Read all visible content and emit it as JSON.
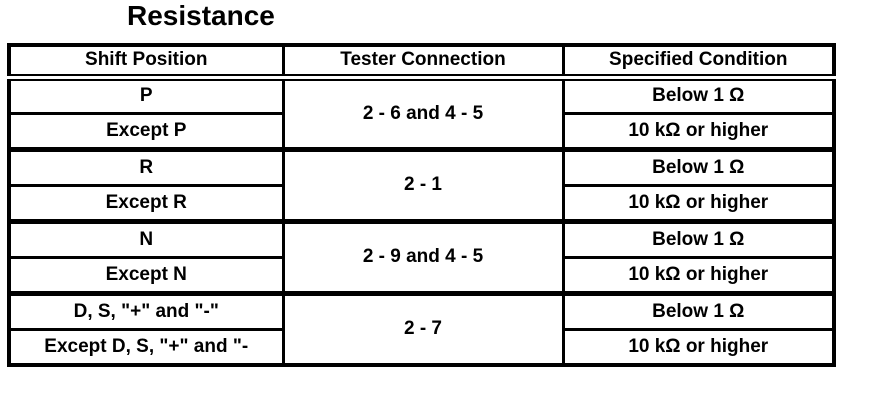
{
  "colors": {
    "background": "#ffffff",
    "text": "#000000",
    "border": "#000000"
  },
  "title": "Resistance",
  "table": {
    "headers": [
      {
        "label": "Shift Position"
      },
      {
        "label": "Tester Connection"
      },
      {
        "label": "Specified Condition"
      }
    ],
    "sections": [
      {
        "connection": "2 - 6 and 4 - 5",
        "rows": [
          {
            "shift": "P",
            "condition": "Below 1 Ω"
          },
          {
            "shift": "Except P",
            "condition": "10 kΩ or higher"
          }
        ]
      },
      {
        "connection": "2 - 1",
        "rows": [
          {
            "shift": "R",
            "condition": "Below 1 Ω"
          },
          {
            "shift": "Except R",
            "condition": "10 kΩ or higher"
          }
        ]
      },
      {
        "connection": "2 - 9 and 4 - 5",
        "rows": [
          {
            "shift": "N",
            "condition": "Below 1 Ω"
          },
          {
            "shift": "Except N",
            "condition": "10 kΩ or higher"
          }
        ]
      },
      {
        "connection": "2 - 7",
        "rows": [
          {
            "shift": "D, S, \"+\" and \"-\"",
            "condition": "Below 1 Ω"
          },
          {
            "shift": "Except D, S, \"+\" and \"-",
            "condition": "10 kΩ or higher"
          }
        ]
      }
    ]
  }
}
